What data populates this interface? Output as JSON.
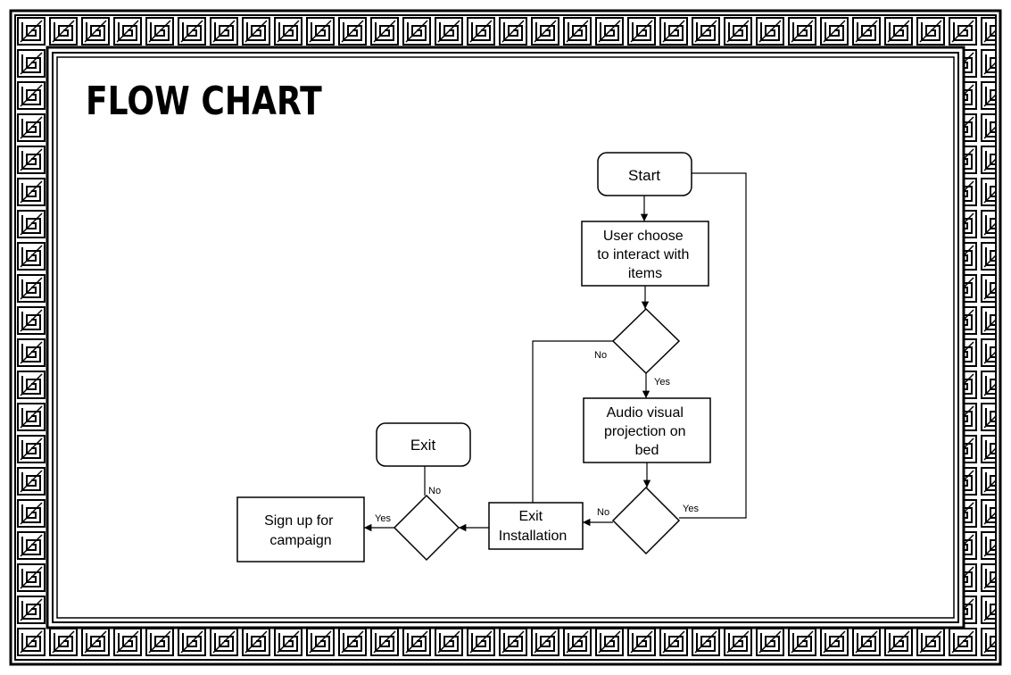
{
  "title": "FLOW CHART",
  "nodes": {
    "start": "Start",
    "user_choose": [
      "User choose",
      "to interact with",
      "items"
    ],
    "audio_visual": [
      "Audio visual",
      "projection on",
      "bed"
    ],
    "exit_installation": [
      "Exit",
      "Installation"
    ],
    "sign_up": [
      "Sign up for",
      "campaign"
    ],
    "exit": "Exit"
  },
  "edge_labels": {
    "decision1_no": "No",
    "decision1_yes": "Yes",
    "decision2_no": "No",
    "decision2_yes": "Yes",
    "decision3_yes": "Yes",
    "decision3_no": "No"
  },
  "colors": {
    "ink": "#000000",
    "paper": "#ffffff"
  }
}
